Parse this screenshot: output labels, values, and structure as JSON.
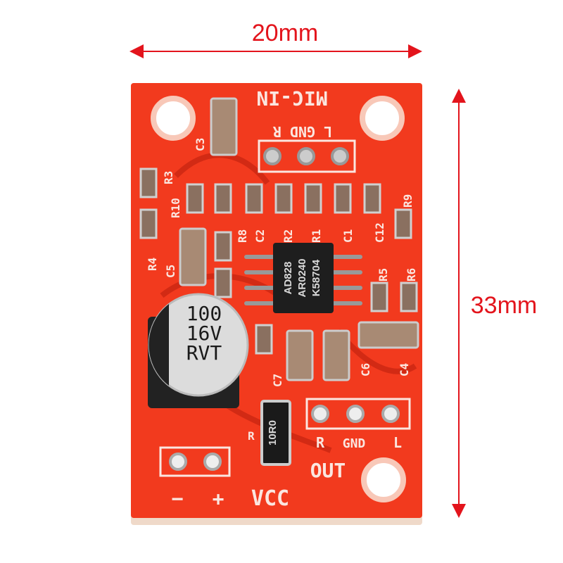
{
  "dimensions": {
    "width_label": "20mm",
    "height_label": "33mm",
    "color": "#e3141c"
  },
  "board": {
    "color": "#f23a1e",
    "input_header": {
      "title": "MIC-IN",
      "pins": "L GND R"
    },
    "output_header": {
      "pins": [
        "R",
        "GND",
        "L"
      ],
      "title": "OUT"
    },
    "power_header": {
      "minus": "−",
      "plus": "+",
      "title": "VCC"
    },
    "chip": {
      "lines": [
        "AD828",
        "AR0240",
        "K58704"
      ]
    },
    "capacitor": {
      "lines": [
        "100",
        "16V",
        "RVT"
      ]
    },
    "resistor_power": "10R0",
    "refs": [
      "C3",
      "R3",
      "R10",
      "R4",
      "C5",
      "R8",
      "C2",
      "R2",
      "R1",
      "C1",
      "C12",
      "R9",
      "R5",
      "R6",
      "C7",
      "C6",
      "C4",
      "R"
    ]
  }
}
